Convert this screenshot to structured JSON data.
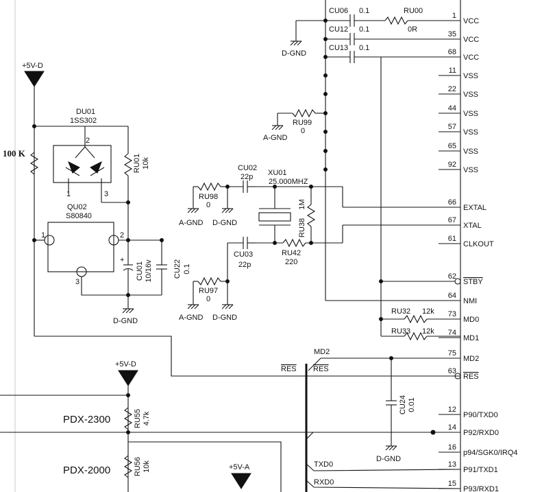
{
  "mcu_pins": [
    {
      "num": "1",
      "name": "VCC",
      "bar": false
    },
    {
      "num": "35",
      "name": "VCC",
      "bar": false
    },
    {
      "num": "68",
      "name": "VCC",
      "bar": false
    },
    {
      "num": "11",
      "name": "VSS",
      "bar": false
    },
    {
      "num": "22",
      "name": "VSS",
      "bar": false
    },
    {
      "num": "44",
      "name": "VSS",
      "bar": false
    },
    {
      "num": "57",
      "name": "VSS",
      "bar": false
    },
    {
      "num": "65",
      "name": "VSS",
      "bar": false
    },
    {
      "num": "92",
      "name": "VSS",
      "bar": false
    },
    {
      "num": "66",
      "name": "EXTAL",
      "bar": false
    },
    {
      "num": "67",
      "name": "XTAL",
      "bar": false
    },
    {
      "num": "61",
      "name": "CLKOUT",
      "bar": false
    },
    {
      "num": "62",
      "name": "STBY",
      "bar": true
    },
    {
      "num": "64",
      "name": "NMI",
      "bar": false
    },
    {
      "num": "73",
      "name": "MD0",
      "bar": false
    },
    {
      "num": "74",
      "name": "MD1",
      "bar": false
    },
    {
      "num": "75",
      "name": "MD2",
      "bar": false
    },
    {
      "num": "63",
      "name": "RES",
      "bar": true
    },
    {
      "num": "12",
      "name": "P90/TXD0",
      "bar": false
    },
    {
      "num": "14",
      "name": "P92/RXD0",
      "bar": false
    },
    {
      "num": "16",
      "name": "p94/SGK0/IRQ4",
      "bar": false
    },
    {
      "num": "13",
      "name": "P91/TXD1",
      "bar": false
    },
    {
      "num": "15",
      "name": "P93/RXD1",
      "bar": false
    }
  ],
  "components": {
    "cu06": {
      "ref": "CU06",
      "value": "0.1"
    },
    "cu12": {
      "ref": "CU12",
      "value": "0.1"
    },
    "cu13": {
      "ref": "CU13",
      "value": "0.1"
    },
    "ru00": {
      "ref": "RU00",
      "value": "0R"
    },
    "ru99": {
      "ref": "RU99",
      "value": "0"
    },
    "du01": {
      "ref": "DU01",
      "value": "1SS302"
    },
    "ru01": {
      "ref": "RU01",
      "value": "10k"
    },
    "qu02": {
      "ref": "QU02",
      "value": "S80840"
    },
    "cu01": {
      "ref": "CU01",
      "value": "10/16v"
    },
    "cu22": {
      "ref": "CU22",
      "value": "0.1"
    },
    "cu02": {
      "ref": "CU02",
      "value": "22p"
    },
    "cu03": {
      "ref": "CU03",
      "value": "22p"
    },
    "xu01": {
      "ref": "XU01",
      "value": "25.000MHZ"
    },
    "ru98": {
      "ref": "RU98",
      "value": "0"
    },
    "ru97": {
      "ref": "RU97",
      "value": "0"
    },
    "ru38": {
      "ref": "RU38",
      "value": "1M"
    },
    "ru42": {
      "ref": "RU42",
      "value": "220"
    },
    "ru32": {
      "ref": "RU32",
      "value": "12k"
    },
    "ru33": {
      "ref": "RU33",
      "value": "12k"
    },
    "cu24": {
      "ref": "CU24",
      "value": "0.01"
    },
    "ru55": {
      "ref": "RU55",
      "value": "4.7k"
    },
    "ru56": {
      "ref": "RU56",
      "value": "10k"
    },
    "r_left": {
      "value": "100 K"
    }
  },
  "transistor_pins": {
    "p1": "1",
    "p2": "2",
    "p3": "3"
  },
  "diode_pins": {
    "p1": "1",
    "p2": "2",
    "p3": "3"
  },
  "rails": {
    "p5vd": "+5V-D",
    "p5va": "+5V-A",
    "dgnd": "D-GND",
    "agnd": "A-GND"
  },
  "signals": {
    "md2": "MD2",
    "res": "RES",
    "txd0": "TXD0",
    "rxd0": "RXD0"
  },
  "connectors": {
    "pdx2300": "PDX-2300",
    "pdx2000": "PDX-2000"
  }
}
